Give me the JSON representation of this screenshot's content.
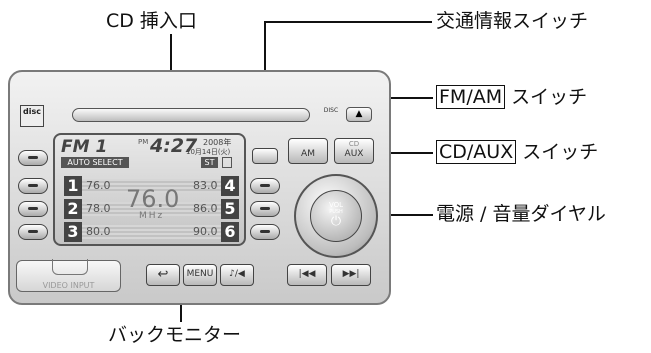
{
  "callouts": {
    "cd_slot": "CD 挿入口",
    "traffic_info": "交通情報スイッチ",
    "fm_am_key": "FM/AM",
    "fm_am_rest": " スイッチ",
    "cd_aux_key": "CD/AUX",
    "cd_aux_rest": " スイッチ",
    "power_volume": "電源 / 音量ダイヤル",
    "back_monitor": "バックモニター"
  },
  "device": {
    "disc_logo": "disc",
    "disc_mini": "DISC",
    "eject": "▲",
    "screen": {
      "band": "FM 1",
      "pm": "PM",
      "time": "4:27",
      "year": "2008",
      "year_unit": "年",
      "date": "10月14日(火)",
      "auto_select": "AUTO SELECT",
      "st": "ST",
      "frequency": "76.0",
      "unit": "MHz",
      "presets_left": [
        {
          "num": "1",
          "value": "76.0"
        },
        {
          "num": "2",
          "value": "78.0"
        },
        {
          "num": "3",
          "value": "80.0"
        }
      ],
      "presets_right": [
        {
          "num": "4",
          "value": "83.0"
        },
        {
          "num": "5",
          "value": "86.0"
        },
        {
          "num": "6",
          "value": "90.0"
        }
      ]
    },
    "am_label": "AM",
    "cd_label": "CD",
    "aux_label": "AUX",
    "vol_label": "VOL",
    "push_label": "PUSH",
    "power_symbol": "⏻",
    "video_input": "VIDEO INPUT",
    "back_symbol": "↩",
    "menu_label": "MENU",
    "audio_label": "♪/◀",
    "prev_label": "|◀◀",
    "next_label": "▶▶|"
  }
}
